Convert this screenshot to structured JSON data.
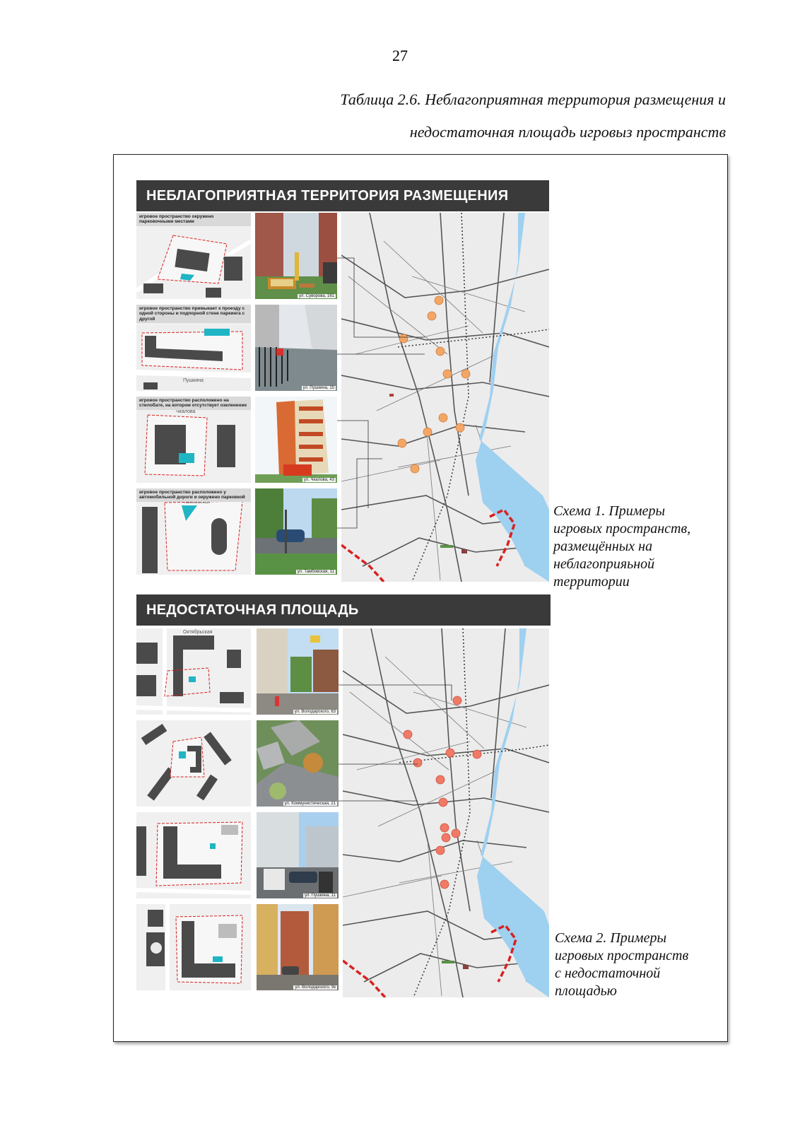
{
  "page": {
    "number": "27",
    "caption_line1": "Таблица 2.6.  Неблагоприятная территория размещения и",
    "caption_line2": "недостаточная площадь игровыз пространств"
  },
  "section1": {
    "title": "НЕБЛАГОПРИЯТНАЯ ТЕРРИТОРИЯ РАЗМЕЩЕНИЯ",
    "panels": [
      {
        "note": "игровое пространство окружено парковочными местами",
        "photo_caption": "ул. Суворова, 161"
      },
      {
        "note": "игровое пространство примыкает к проезду с одной стороны и подпорной стене паркинга с другой",
        "photo_caption": "ул. Пушкина, 15"
      },
      {
        "note": "игровое пространство расположено на стилобате, на котором отсутствует озеленение",
        "photo_caption": "ул. Чкалова, 43"
      },
      {
        "note": "игровое пространство расположено у автомобильной дороги и окружено парковкой",
        "photo_caption": "ул. Тамбовская, 11"
      }
    ],
    "street_labels": [
      "Пушкина",
      "Чкалова",
      "Тамбовская"
    ],
    "scheme_lines": [
      "Схема 1. Примеры",
      "игровых пространств,",
      "размещённых на",
      "неблагоприяьной",
      "территории"
    ]
  },
  "section2": {
    "title": "НЕДОСТАТОЧНАЯ  ПЛОЩАДЬ",
    "panels": [
      {
        "photo_caption": "ул. Володарского, 63"
      },
      {
        "photo_caption": "ул. Коммунистическая, 21"
      },
      {
        "photo_caption": "ул. Пушкина, 11"
      },
      {
        "photo_caption": "ул. Володарского, 9к"
      }
    ],
    "street_labels": [
      "Октябрьская"
    ],
    "scheme_lines": [
      "Схема 2. Примеры",
      "игровых пространств",
      "с недостаточной",
      "площадью"
    ]
  },
  "colors": {
    "band": "#3a3a3a",
    "river": "#9ed0f0",
    "marker_orange": "#f2a766",
    "marker_red": "#f07a66",
    "playground": "#1fb5c4",
    "boundary_red": "#d82020"
  }
}
